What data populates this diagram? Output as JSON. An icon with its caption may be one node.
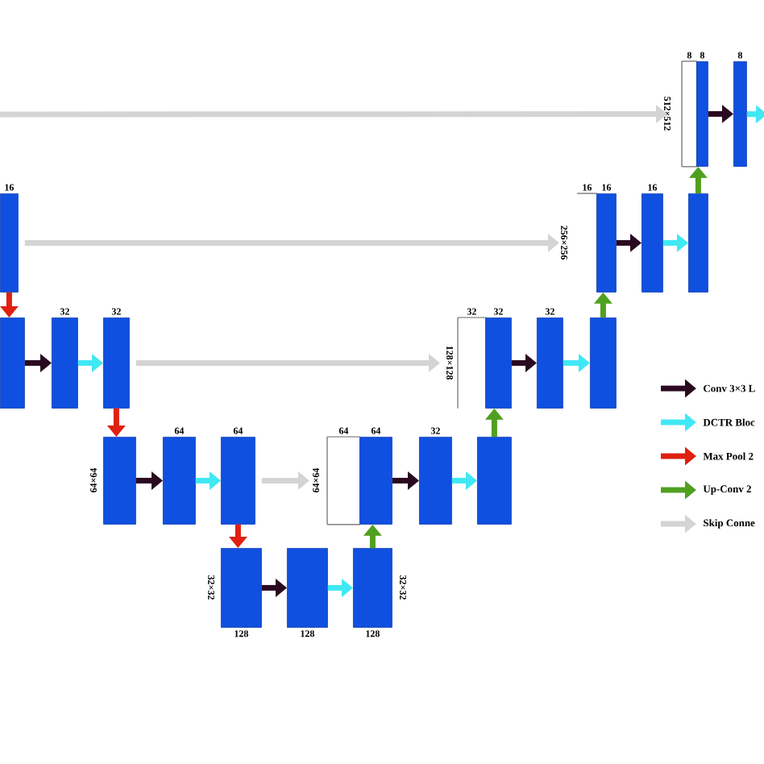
{
  "diagram": {
    "nodes": [
      {
        "text": [
          "8"
        ],
        "beside": [
          "512×512"
        ]
      },
      {
        "text": [
          "8"
        ]
      },
      {
        "text": [
          "8"
        ]
      },
      {
        "text": [
          "16"
        ]
      },
      {
        "text": [
          "16"
        ],
        "beside": [
          "256×256"
        ]
      },
      {
        "text": [
          "16"
        ]
      },
      {
        "text": [
          "16"
        ]
      },
      {
        "text": [],
        "shape": "box"
      },
      {
        "text": [],
        "shape": "box"
      },
      {
        "text": [
          "32"
        ]
      },
      {
        "text": [
          "32"
        ]
      },
      {
        "text": [
          "32"
        ],
        "beside": [
          "128×128"
        ]
      },
      {
        "text": [
          "32"
        ]
      },
      {
        "text": [
          "32"
        ]
      },
      {
        "text": [],
        "shape": "box"
      },
      {
        "text": [],
        "shape": "box",
        "beside": [
          "64×64"
        ]
      },
      {
        "text": [
          "64"
        ]
      },
      {
        "text": [
          "64"
        ]
      },
      {
        "text": [
          "64"
        ],
        "beside": [
          "64×64"
        ]
      },
      {
        "text": [
          "64"
        ]
      },
      {
        "text": [
          "32"
        ]
      },
      {
        "text": [],
        "shape": "box"
      },
      {
        "text": [
          "128"
        ],
        "beside": [
          "32×32"
        ]
      },
      {
        "text": [
          "128"
        ]
      },
      {
        "text": [
          "128"
        ],
        "beside": [
          "32×32"
        ]
      }
    ],
    "edges": [
      {
        "from": null,
        "to": 0,
        "arrow": "to",
        "color": "#d4d4d4"
      },
      {
        "from": 1,
        "to": 2,
        "arrow": "to",
        "color": "#2a0a20"
      },
      {
        "from": 2,
        "to": null,
        "arrow": "to",
        "color": "#40e8f4"
      },
      {
        "from": 3,
        "to": 4,
        "arrow": "to",
        "color": "#d4d4d4"
      },
      {
        "from": 3,
        "to": 8,
        "arrow": "to",
        "color": "#e02010"
      },
      {
        "from": 5,
        "to": 6,
        "arrow": "to",
        "color": "#2a0a20"
      },
      {
        "from": 6,
        "to": 7,
        "arrow": "to",
        "color": "#40e8f4"
      },
      {
        "from": 7,
        "to": 1,
        "arrow": "to",
        "color": "#50a020"
      },
      {
        "from": 8,
        "to": 9,
        "arrow": "to",
        "color": "#2a0a20"
      },
      {
        "from": 9,
        "to": 10,
        "arrow": "to",
        "color": "#40e8f4"
      },
      {
        "from": 10,
        "to": 11,
        "arrow": "to",
        "color": "#d4d4d4"
      },
      {
        "from": 10,
        "to": 15,
        "arrow": "to",
        "color": "#e02010"
      },
      {
        "from": 12,
        "to": 13,
        "arrow": "to",
        "color": "#2a0a20"
      },
      {
        "from": 13,
        "to": 14,
        "arrow": "to",
        "color": "#40e8f4"
      },
      {
        "from": 14,
        "to": 5,
        "arrow": "to",
        "color": "#50a020"
      },
      {
        "from": 15,
        "to": 16,
        "arrow": "to",
        "color": "#2a0a20"
      },
      {
        "from": 16,
        "to": 17,
        "arrow": "to",
        "color": "#40e8f4"
      },
      {
        "from": 17,
        "to": 18,
        "arrow": "to",
        "color": "#d4d4d4"
      },
      {
        "from": 17,
        "to": 22,
        "arrow": "to",
        "color": "#e02010"
      },
      {
        "from": 19,
        "to": 20,
        "arrow": "to",
        "color": "#2a0a20"
      },
      {
        "from": 20,
        "to": 21,
        "arrow": "to",
        "color": "#40e8f4"
      },
      {
        "from": 21,
        "to": 12,
        "arrow": "to",
        "color": "#50a020"
      },
      {
        "from": 22,
        "to": 23,
        "arrow": "to",
        "color": "#2a0a20"
      },
      {
        "from": 23,
        "to": 24,
        "arrow": "to",
        "color": "#40e8f4"
      },
      {
        "from": 24,
        "to": 19,
        "arrow": "to",
        "color": "#50a020"
      }
    ],
    "legend": [
      {
        "text": "Conv 3×3 L",
        "color": "#2a0a20"
      },
      {
        "text": "DCTR Bloc",
        "color": "#40e8f4"
      },
      {
        "text": "Max Pool 2",
        "color": "#e02010"
      },
      {
        "text": "Up-Conv 2",
        "color": "#50a020"
      },
      {
        "text": "Skip Conne",
        "color": "#d4d4d4"
      }
    ]
  }
}
